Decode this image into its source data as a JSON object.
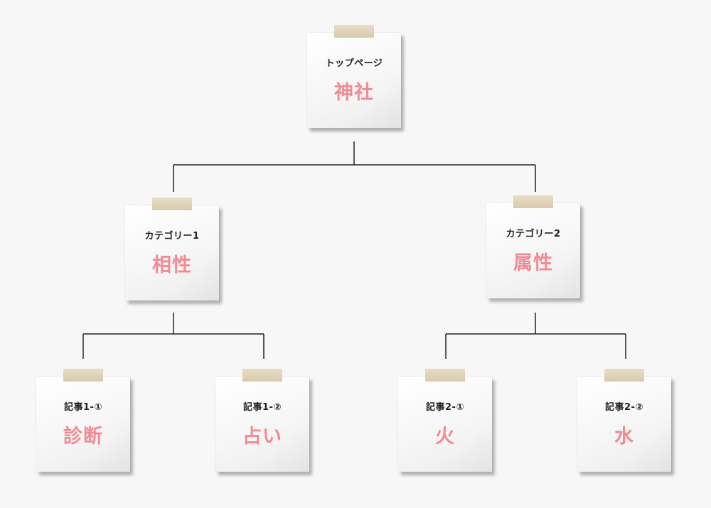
{
  "diagram": {
    "root": {
      "label": "トップページ",
      "title": "神社"
    },
    "categories": [
      {
        "label": "カテゴリー1",
        "title": "相性",
        "articles": [
          {
            "label": "記事1-①",
            "title": "診断"
          },
          {
            "label": "記事1-②",
            "title": "占い"
          }
        ]
      },
      {
        "label": "カテゴリー2",
        "title": "属性",
        "articles": [
          {
            "label": "記事2-①",
            "title": "火"
          },
          {
            "label": "記事2-②",
            "title": "水"
          }
        ]
      }
    ]
  },
  "colors": {
    "title_text": "#f28a93",
    "label_text": "#222222",
    "connector": "#222222",
    "tape": "#d9caa9"
  }
}
